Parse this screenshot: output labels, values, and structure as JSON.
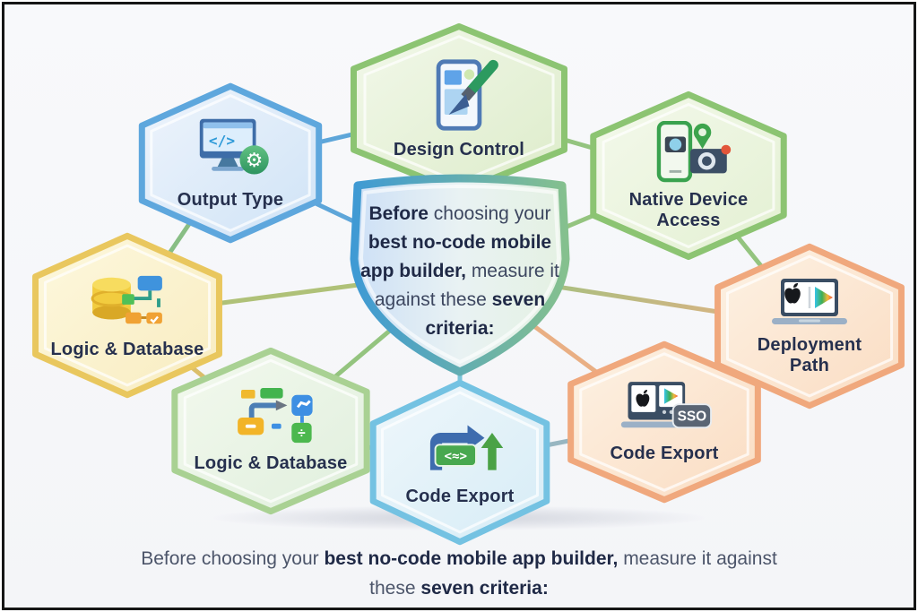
{
  "shield": {
    "segments": [
      {
        "t": "Before",
        "b": true
      },
      {
        "t": " choosing your ",
        "b": false
      },
      {
        "t": "best no-code mobile app builder,",
        "b": true
      },
      {
        "t": " measure it against these ",
        "b": false
      },
      {
        "t": "seven criteria:",
        "b": true
      }
    ]
  },
  "caption": {
    "segments": [
      {
        "t": "Before choosing your ",
        "b": false
      },
      {
        "t": "best no-code mobile app builder,",
        "b": true
      },
      {
        "t": " measure it against these ",
        "b": false
      },
      {
        "t": "seven criteria:",
        "b": true
      }
    ]
  },
  "nodes": [
    {
      "id": "output-type",
      "label": "Output Type",
      "icon": "monitor-code-gear-icon",
      "icon_text": "</>"
    },
    {
      "id": "design-control",
      "label": "Design Control",
      "icon": "tablet-paintbrush-icon"
    },
    {
      "id": "native-device-access",
      "label": "Native Device Access",
      "icon": "phone-camera-location-icon"
    },
    {
      "id": "logic-database-left",
      "label": "Logic & Database",
      "icon": "database-flowchart-icon"
    },
    {
      "id": "deployment-path",
      "label": "Deployment Path",
      "icon": "laptop-app-stores-icon"
    },
    {
      "id": "logic-database-lower",
      "label": "Logic & Database",
      "icon": "flowchart-branches-icon"
    },
    {
      "id": "code-export-center",
      "label": "Code Export",
      "icon": "code-transfer-icon",
      "icon_text": "<≈>"
    },
    {
      "id": "code-export-right",
      "label": "Code Export",
      "icon": "laptop-app-stores-sso-icon",
      "badge": "SSO"
    }
  ],
  "colors": {
    "frame_border": "#161616",
    "background": "#f6f7f9",
    "text_navy": "#26304e",
    "hex_blue_border": "#5ea7dd",
    "hex_green_border": "#8cc472",
    "hex_yellow_border": "#e9c75e",
    "hex_orange_border": "#f0a87d",
    "hex_teal_border": "#74c2e2",
    "hex_mint_border": "#a9d193",
    "shield_blue": "#3f9ad4",
    "shield_green": "#85c08e",
    "line_blue": "#4e9ed6",
    "line_green": "#8abf72",
    "line_orange": "#e8a878",
    "line_teal": "#5fb5ad",
    "line_yellow": "#d8b85a"
  }
}
